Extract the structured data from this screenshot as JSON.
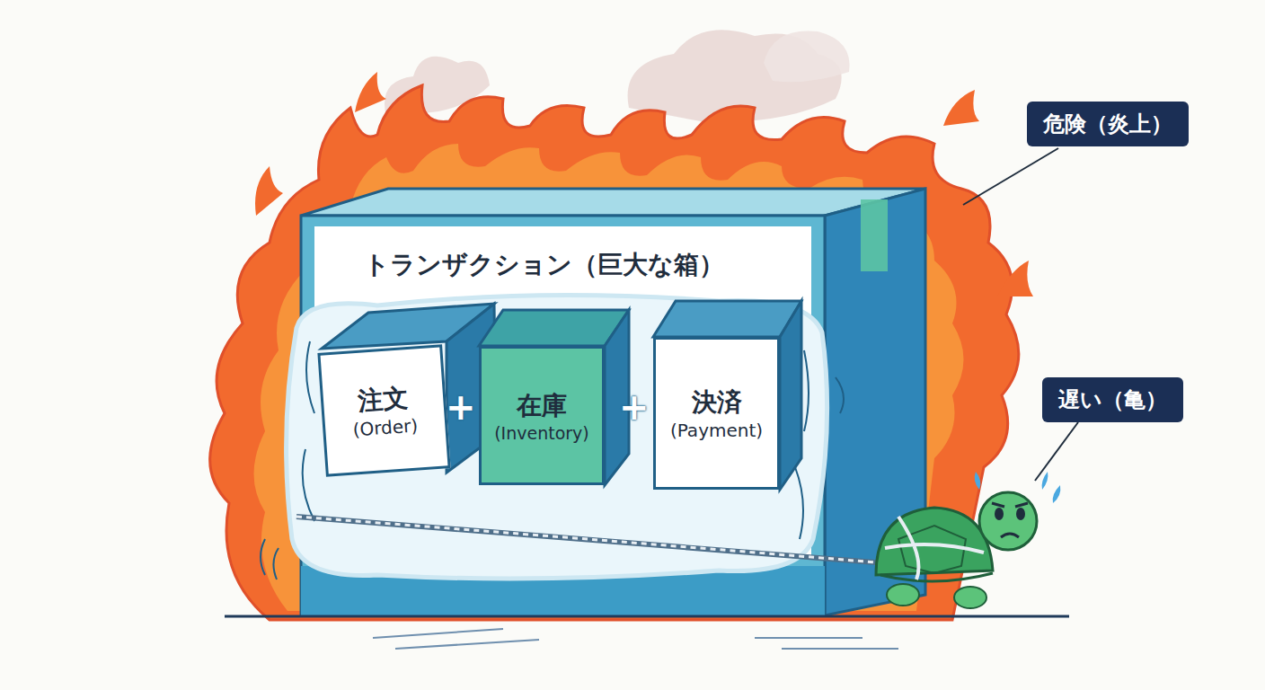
{
  "diagram": {
    "nodes": [
      {
        "text": [
          "トランザクション（巨大な箱）"
        ]
      },
      {
        "text": [
          "注文",
          "(Order)"
        ],
        "in": 0
      },
      {
        "text": [
          "在庫",
          "(Inventory)"
        ],
        "in": 0
      },
      {
        "text": [
          "決済",
          "(Payment)"
        ],
        "in": 0
      }
    ],
    "labels": [
      "+",
      "+",
      "危険（炎上）",
      "遅い（亀）"
    ]
  }
}
